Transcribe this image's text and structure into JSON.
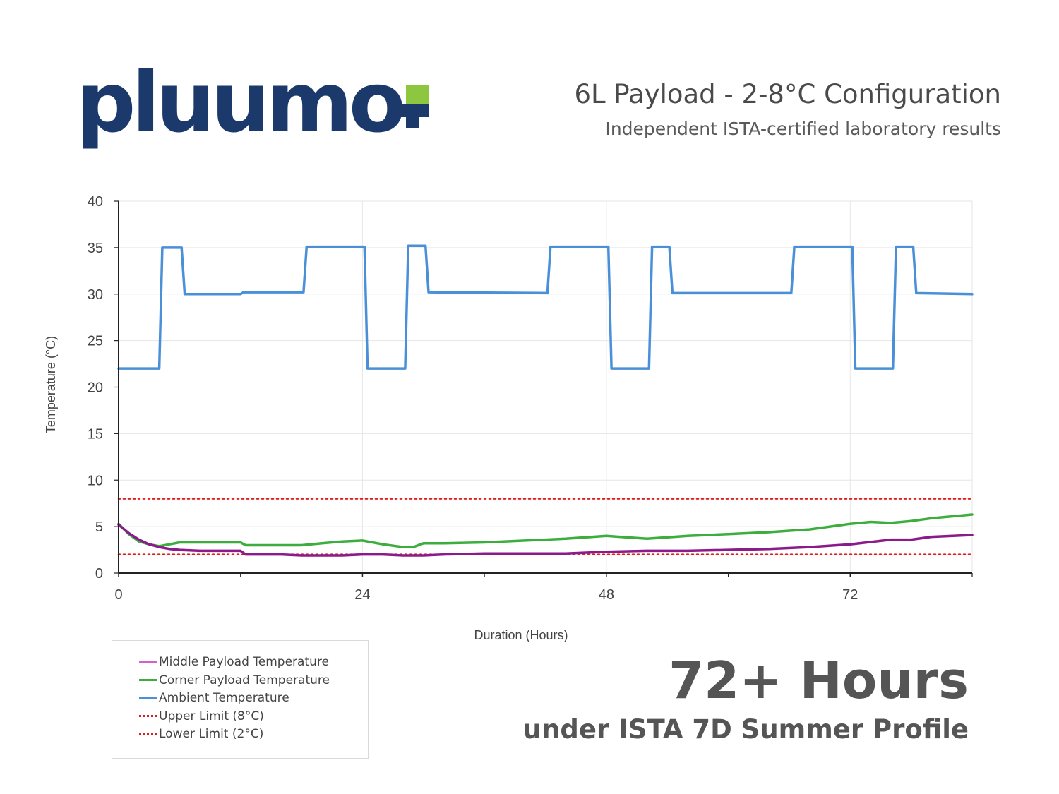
{
  "brand": {
    "logo_text": "pluumo",
    "colors": {
      "primary": "#1b3a6b",
      "accent": "#8dc63f"
    }
  },
  "header": {
    "title": "6L Payload - 2-8°C Configuration",
    "subtitle": "Independent ISTA-certified laboratory results"
  },
  "tagline": {
    "headline": "72+ Hours",
    "subline": "under ISTA 7D Summer Profile"
  },
  "chart_data": {
    "type": "line",
    "xlabel": "Duration (Hours)",
    "ylabel": "Temperature (°C)",
    "xlim": [
      0,
      84
    ],
    "ylim": [
      0,
      40
    ],
    "x_ticks": [
      0,
      24,
      48,
      72
    ],
    "x_minor_ticks": [
      12,
      36,
      60,
      84
    ],
    "y_ticks": [
      0,
      5,
      10,
      15,
      20,
      25,
      30,
      35,
      40
    ],
    "grid": true,
    "legend_position": "bottom-left",
    "series": [
      {
        "name": "Middle Payload Temperature",
        "color": "#8b1a8b",
        "legend_color": "#d65fd0",
        "style": "solid",
        "x": [
          0,
          1,
          2,
          3,
          4,
          5,
          6,
          8,
          10,
          12,
          12.5,
          14,
          16,
          18,
          20,
          22,
          24,
          26,
          28,
          30,
          32,
          36,
          40,
          44,
          48,
          52,
          56,
          60,
          64,
          68,
          72,
          76,
          78,
          80,
          84
        ],
        "y": [
          5.2,
          4.3,
          3.6,
          3.1,
          2.8,
          2.6,
          2.5,
          2.4,
          2.4,
          2.4,
          2.0,
          2.0,
          2.0,
          1.9,
          1.9,
          1.9,
          2.0,
          2.0,
          1.9,
          1.9,
          2.0,
          2.1,
          2.1,
          2.1,
          2.3,
          2.4,
          2.4,
          2.5,
          2.6,
          2.8,
          3.1,
          3.6,
          3.6,
          3.9,
          4.1
        ]
      },
      {
        "name": "Corner Payload Temperature",
        "color": "#3dae3d",
        "style": "solid",
        "x": [
          0,
          1,
          2,
          3,
          4,
          5,
          6,
          8,
          10,
          12,
          12.5,
          14,
          16,
          18,
          20,
          22,
          24,
          26,
          28,
          29,
          30,
          32,
          36,
          40,
          44,
          48,
          52,
          56,
          60,
          64,
          68,
          72,
          74,
          76,
          78,
          80,
          84
        ],
        "y": [
          5.3,
          4.2,
          3.4,
          3.1,
          2.9,
          3.1,
          3.3,
          3.3,
          3.3,
          3.3,
          3.0,
          3.0,
          3.0,
          3.0,
          3.2,
          3.4,
          3.5,
          3.1,
          2.8,
          2.8,
          3.2,
          3.2,
          3.3,
          3.5,
          3.7,
          4.0,
          3.7,
          4.0,
          4.2,
          4.4,
          4.7,
          5.3,
          5.5,
          5.4,
          5.6,
          5.9,
          6.3
        ]
      },
      {
        "name": "Ambient Temperature",
        "color": "#4a90d9",
        "style": "solid",
        "x": [
          0,
          4,
          4.3,
          6.2,
          6.5,
          12,
          12.3,
          18.2,
          18.5,
          24.2,
          24.5,
          28.2,
          28.5,
          30.2,
          30.5,
          42.2,
          42.5,
          48.2,
          48.5,
          52.2,
          52.5,
          54.2,
          54.5,
          66.2,
          66.5,
          72.2,
          72.5,
          76.2,
          76.5,
          78.2,
          78.5,
          84
        ],
        "y": [
          22,
          22,
          35,
          35,
          30,
          30,
          30.2,
          30.2,
          35.1,
          35.1,
          22,
          22,
          35.2,
          35.2,
          30.2,
          30.1,
          35.1,
          35.1,
          22,
          22,
          35.1,
          35.1,
          30.1,
          30.1,
          35.1,
          35.1,
          22,
          22,
          35.1,
          35.1,
          30.1,
          30.0
        ]
      },
      {
        "name": "Upper Limit (8°C)",
        "color": "#e02020",
        "style": "dotted",
        "x": [
          0,
          84
        ],
        "y": [
          8,
          8
        ]
      },
      {
        "name": "Lower Limit (2°C)",
        "color": "#e02020",
        "style": "dotted",
        "x": [
          0,
          84
        ],
        "y": [
          2,
          2
        ]
      }
    ]
  }
}
